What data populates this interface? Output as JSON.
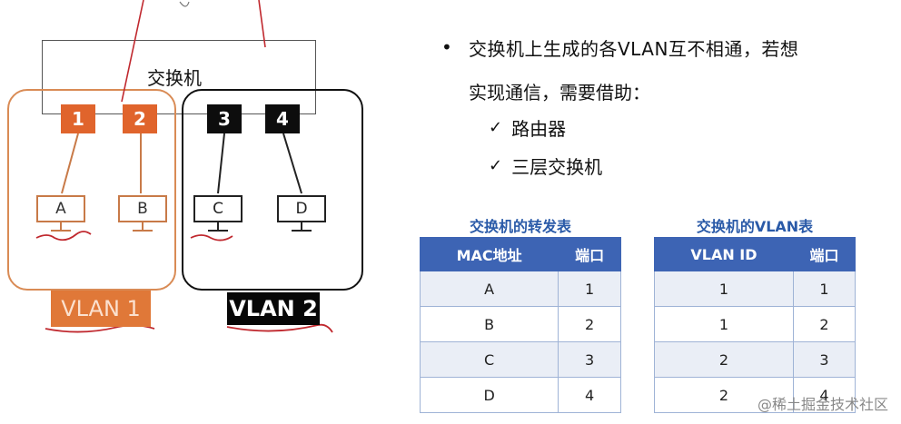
{
  "diagram": {
    "switch_label": "交换机",
    "ports": [
      "1",
      "2",
      "3",
      "4"
    ],
    "hosts": [
      "A",
      "B",
      "C",
      "D"
    ],
    "vlan_labels": [
      "VLAN 1",
      "VLAN 2"
    ]
  },
  "text": {
    "bullet": "•",
    "line1": "交换机上生成的各VLAN互不相通，若想",
    "line2": "实现通信，需要借助：",
    "check_mark": "✓",
    "options": [
      "路由器",
      "三层交换机"
    ]
  },
  "forwarding_table": {
    "caption": "交换机的转发表",
    "headers": [
      "MAC地址",
      "端口"
    ],
    "rows": [
      [
        "A",
        "1"
      ],
      [
        "B",
        "2"
      ],
      [
        "C",
        "3"
      ],
      [
        "D",
        "4"
      ]
    ]
  },
  "vlan_table": {
    "caption": "交换机的VLAN表",
    "headers": [
      "VLAN ID",
      "端口"
    ],
    "rows": [
      [
        "1",
        "1"
      ],
      [
        "1",
        "2"
      ],
      [
        "2",
        "3"
      ],
      [
        "2",
        "4"
      ]
    ]
  },
  "watermark": "@稀土掘金技术社区",
  "colors": {
    "vlan1": "#e0642c",
    "vlan2": "#0d0d0d",
    "table_header": "#3d64b4",
    "caption": "#2a5aa8",
    "annotation_red": "#c0282e"
  }
}
